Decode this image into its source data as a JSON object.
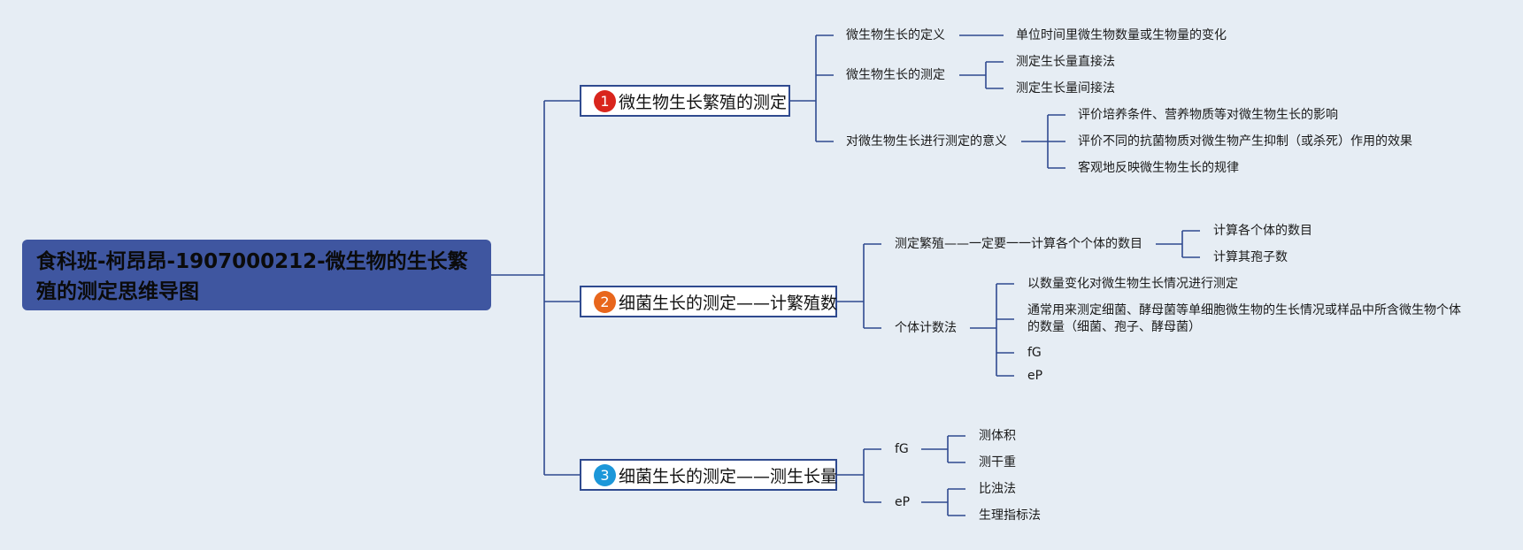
{
  "root": {
    "title": "食科班-柯昂昂-1907000212-微生物的生长繁殖的测定思维导图"
  },
  "colors": {
    "line": "#2f4a8f",
    "root_bg": "#3f56a0",
    "badge1": "#d9251c",
    "badge2": "#e8661c",
    "badge3": "#1c97d9"
  },
  "branch1": {
    "number": "1",
    "label": "微生物生长繁殖的测定",
    "definition": "微生物生长的定义",
    "definition_detail": "单位时间里微生物数量或生物量的变化",
    "measurement": "微生物生长的测定",
    "measurement_items": [
      "测定生长量直接法",
      "测定生长量间接法"
    ],
    "significance": "对微生物生长进行测定的意义",
    "significance_items": [
      "评价培养条件、营养物质等对微生物生长的影响",
      "评价不同的抗菌物质对微生物产生抑制（或杀死）作用的效果",
      "客观地反映微生物生长的规律"
    ]
  },
  "branch2": {
    "number": "2",
    "label": "细菌生长的测定——计繁殖数",
    "reproduction": "测定繁殖——一定要一一计算各个个体的数目",
    "reproduction_items": [
      "计算各个体的数目",
      "计算其孢子数"
    ],
    "individual": "个体计数法",
    "individual_items": [
      "以数量变化对微生物生长情况进行测定",
      "通常用来测定细菌、酵母菌等单细胞微生物的生长情况或样品中所含微生物个体的数量（细菌、孢子、酵母菌）",
      "fG",
      "eP"
    ]
  },
  "branch3": {
    "number": "3",
    "label": "细菌生长的测定——测生长量",
    "fg": "fG",
    "fg_items": [
      "测体积",
      "测干重"
    ],
    "ep": "eP",
    "ep_items": [
      "比浊法",
      "生理指标法"
    ]
  }
}
